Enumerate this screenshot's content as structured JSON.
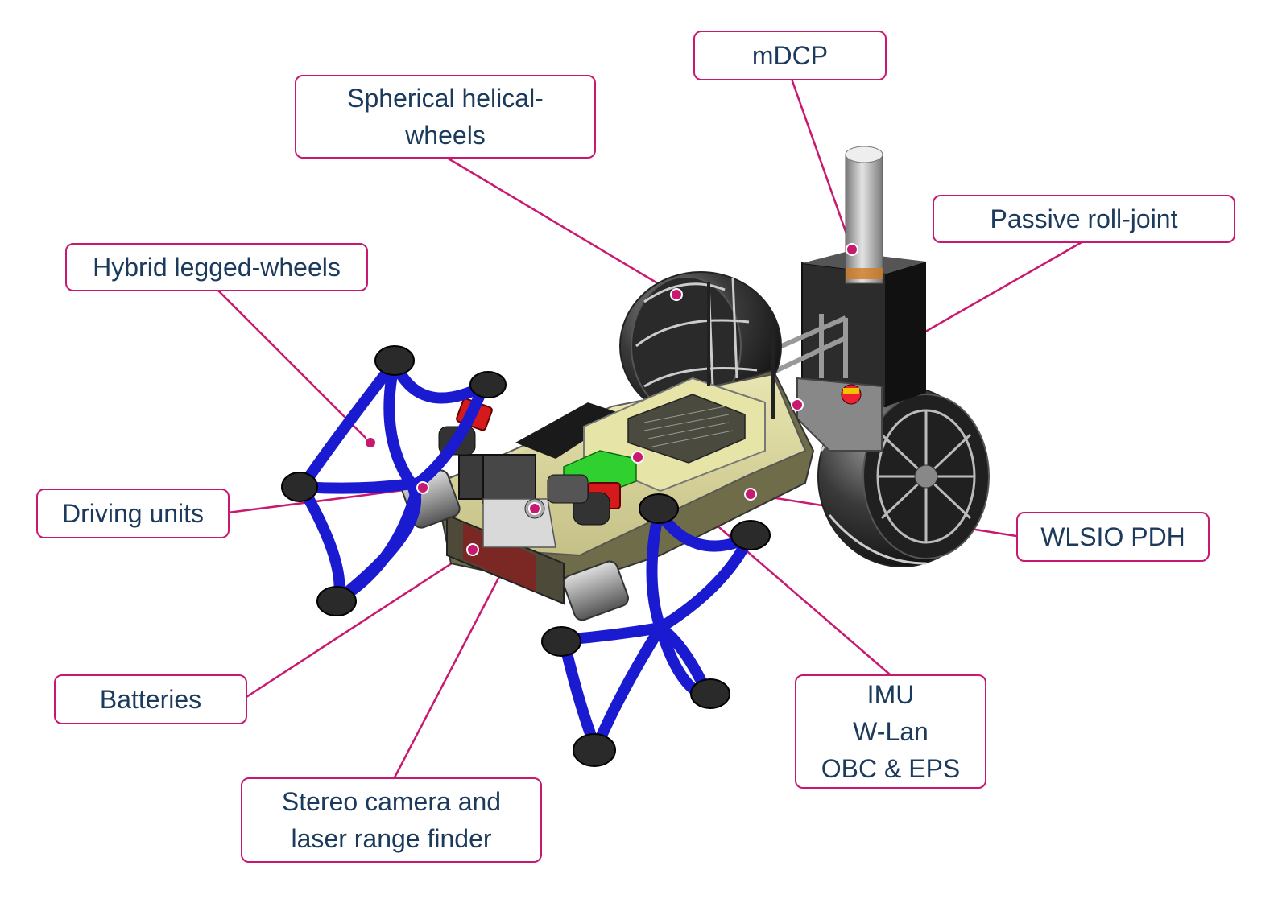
{
  "labels": {
    "mdcp": "mDCP",
    "spherical_line1": "Spherical helical-",
    "spherical_line2": "wheels",
    "passive_roll": "Passive roll-joint",
    "hybrid": "Hybrid legged-wheels",
    "driving": "Driving units",
    "wlsio": "WLSIO PDH",
    "batteries": "Batteries",
    "imu_line1": "IMU",
    "imu_line2": "W-Lan",
    "imu_line3": "OBC & EPS",
    "stereo_line1": "Stereo camera and",
    "stereo_line2": "laser range finder"
  },
  "colors": {
    "callout_border": "#c8186f",
    "callout_text": "#1b3a5c",
    "legs": "#1a1ad0",
    "chassis": "#e9e6a6",
    "pcb": "#2fd02f",
    "sensor_red": "#d41a1a",
    "wheel_sphere": "#3a3a3a"
  }
}
